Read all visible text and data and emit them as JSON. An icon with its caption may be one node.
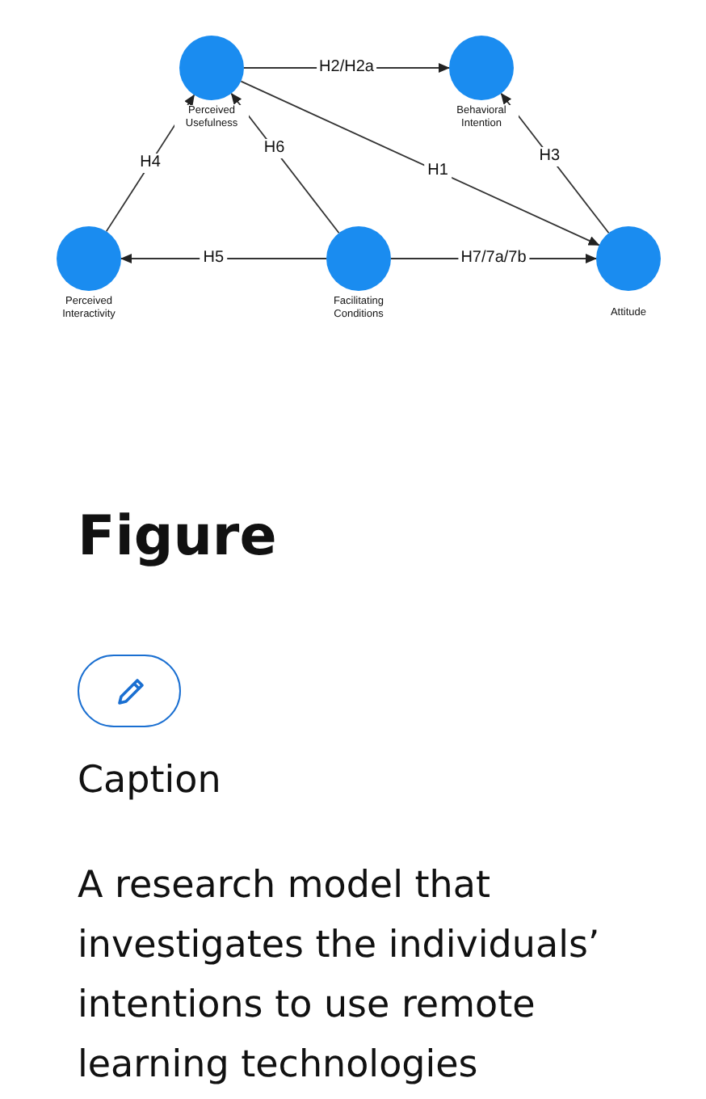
{
  "diagram": {
    "title": "Figure",
    "caption": "A research model that investigates the individuals’ intentions to use remote learning technologies",
    "nodes": [
      {
        "text": [
          "Perceived Usefulness"
        ]
      },
      {
        "text": [
          "Behavioral Intention"
        ]
      },
      {
        "text": [
          "Perceived Interactivity"
        ]
      },
      {
        "text": [
          "Facilitating Conditions"
        ]
      },
      {
        "text": [
          "Attitude"
        ]
      }
    ],
    "edges": [
      {
        "from": 0,
        "to": 1,
        "arrow": "to",
        "label": "H2/H2a"
      },
      {
        "from": 0,
        "to": 4,
        "arrow": "to",
        "label": "H1"
      },
      {
        "from": 4,
        "to": 1,
        "arrow": "to",
        "label": "H3"
      },
      {
        "from": 2,
        "to": 0,
        "arrow": "to",
        "label": "H4"
      },
      {
        "from": 3,
        "to": 0,
        "arrow": "to",
        "label": "H6"
      },
      {
        "from": 3,
        "to": 2,
        "arrow": "to",
        "label": "H5"
      },
      {
        "from": 3,
        "to": 4,
        "arrow": "to",
        "label": "H7/7a/7b"
      }
    ],
    "labels": [
      "Caption"
    ]
  }
}
